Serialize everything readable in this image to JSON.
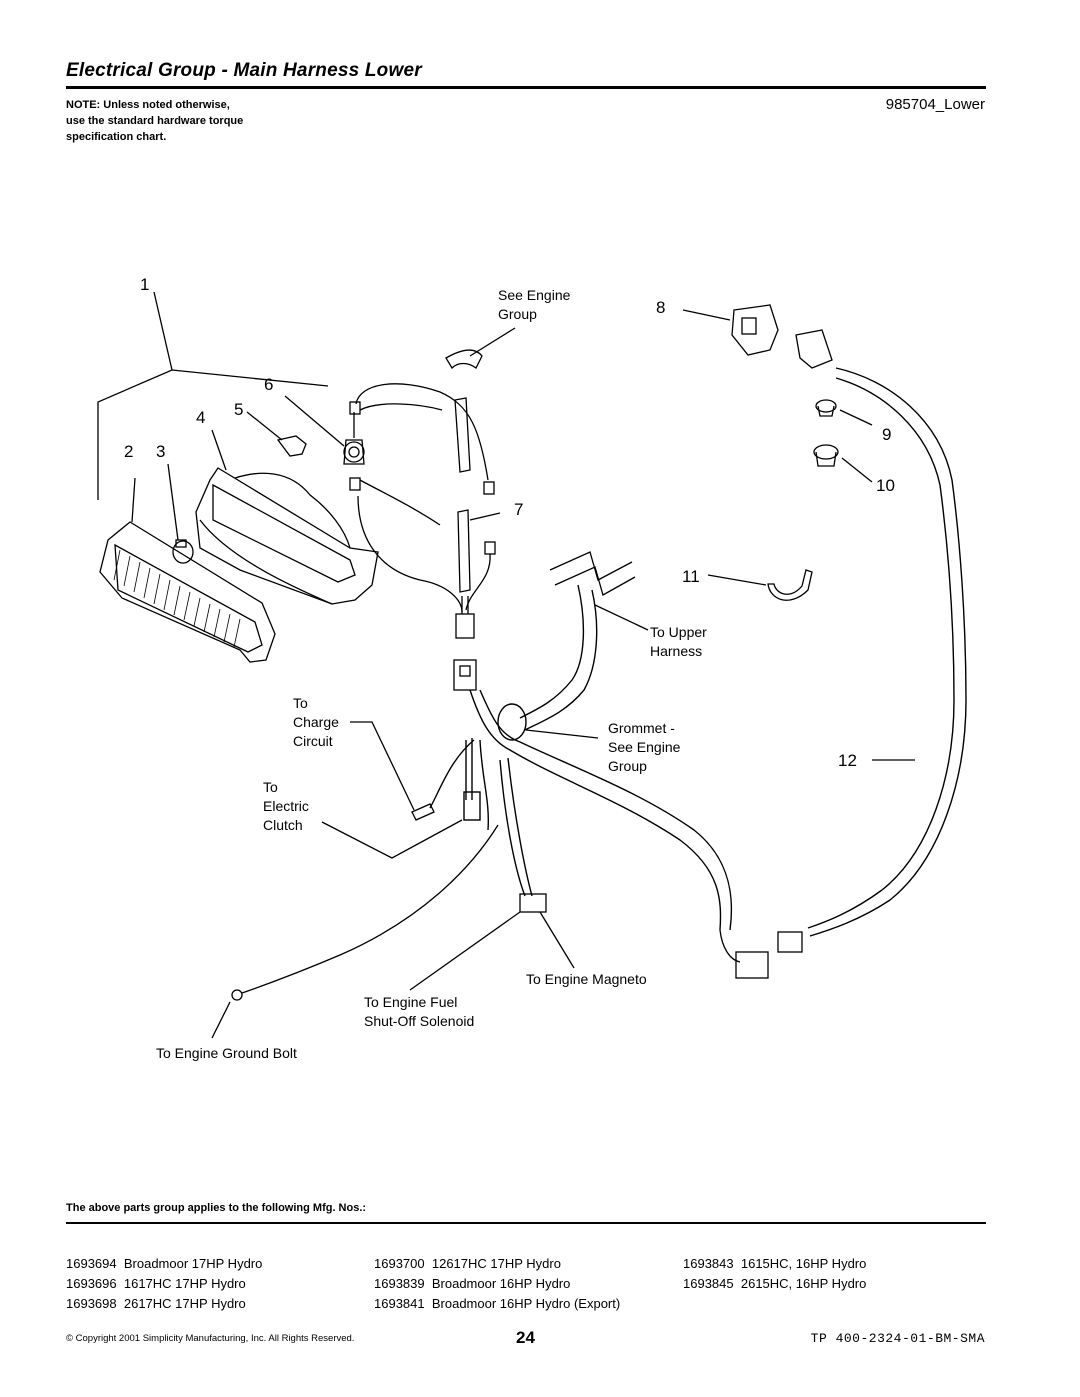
{
  "header": {
    "title": "Electrical Group - Main Harness Lower",
    "note_lines": [
      "NOTE: Unless noted otherwise,",
      "use the standard hardware torque",
      "specification chart."
    ],
    "doc_id": "985704_Lower"
  },
  "diagram": {
    "callouts": [
      "1",
      "2",
      "3",
      "4",
      "5",
      "6",
      "7",
      "8",
      "9",
      "10",
      "11",
      "12"
    ],
    "labels": {
      "see_engine_group": [
        "See Engine",
        "Group"
      ],
      "to_upper_harness": [
        "To Upper",
        "Harness"
      ],
      "to_charge_circuit": [
        "To",
        "Charge",
        "Circuit"
      ],
      "grommet": [
        "Grommet -",
        "See Engine",
        "Group"
      ],
      "to_electric_clutch": [
        "To",
        "Electric",
        "Clutch"
      ],
      "to_engine_magneto": "To Engine Magneto",
      "to_engine_fuel": [
        "To Engine Fuel",
        "Shut-Off Solenoid"
      ],
      "to_engine_ground": "To Engine Ground Bolt"
    }
  },
  "applies_to": {
    "heading": "The above parts group applies to the following Mfg. Nos.:",
    "columns": [
      [
        {
          "num": "1693694",
          "model": "Broadmoor 17HP Hydro"
        },
        {
          "num": "1693696",
          "model": "1617HC 17HP Hydro"
        },
        {
          "num": "1693698",
          "model": "2617HC 17HP Hydro"
        }
      ],
      [
        {
          "num": "1693700",
          "model": "12617HC 17HP Hydro"
        },
        {
          "num": "1693839",
          "model": "Broadmoor 16HP Hydro"
        },
        {
          "num": "1693841",
          "model": "Broadmoor 16HP Hydro (Export)"
        }
      ],
      [
        {
          "num": "1693843",
          "model": "1615HC, 16HP Hydro"
        },
        {
          "num": "1693845",
          "model": "2615HC, 16HP Hydro"
        }
      ]
    ]
  },
  "footer": {
    "copyright": "© Copyright 2001 Simplicity Manufacturing, Inc. All Rights Reserved.",
    "page_number": "24",
    "tp_code": "TP 400-2324-01-BM-SMA"
  }
}
